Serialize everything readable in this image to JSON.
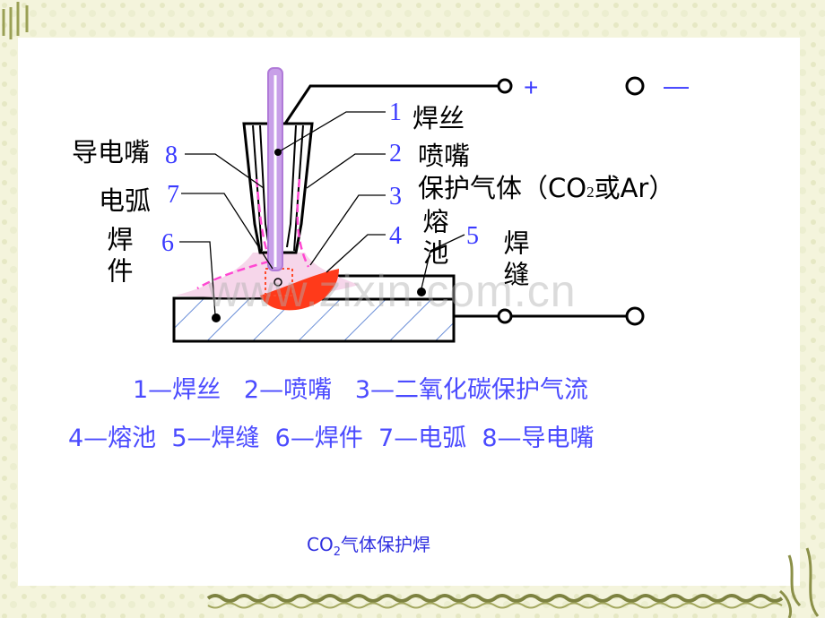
{
  "labels": {
    "contact_tip": "导电嘴",
    "arc": "电弧",
    "workpiece": "焊件",
    "wire": "焊丝",
    "nozzle": "喷嘴",
    "shield_gas": "保护气体（CO",
    "shield_gas_sub": "2",
    "shield_gas_tail": "或Ar）",
    "molten_pool": "熔池",
    "weld_seam": "焊缝"
  },
  "numbers": {
    "n1": "1",
    "n2": "2",
    "n3": "3",
    "n4": "4",
    "n5": "5",
    "n6": "6",
    "n7": "7",
    "n8": "8"
  },
  "polarity": {
    "plus": "+",
    "minus": "—"
  },
  "legend": {
    "line1": "1—焊丝   2—喷嘴   3—二氧化碳保护气流",
    "line2": "4—熔池  5—焊缝  6—焊件  7—电弧  8—导电嘴"
  },
  "caption": {
    "pre": "CO",
    "sub": "2",
    "post": "气体保护焊"
  },
  "watermark": "www.zixin.com.cn",
  "colors": {
    "label_blue": "#3a3aff",
    "legend_blue": "#4b4bff",
    "pool_red": "#ff3a1a",
    "arc_pink": "#f4cfe6",
    "wire_violet": "#c8a0e8",
    "border_olive": "#c8cc9c"
  }
}
